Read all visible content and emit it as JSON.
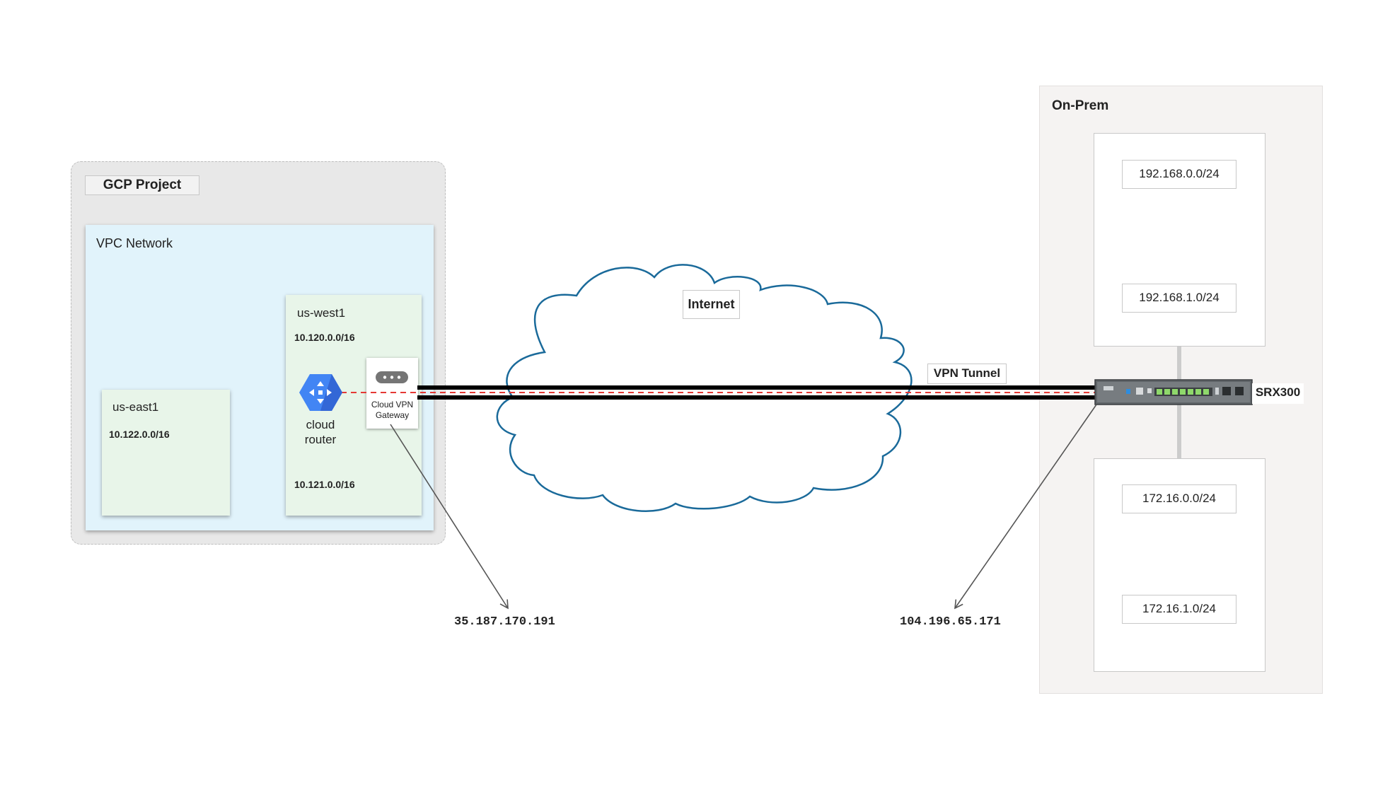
{
  "gcp_project": {
    "title": "GCP Project",
    "vpc_network": "VPC Network",
    "regions": [
      {
        "name": "us-east1",
        "cidrs": [
          "10.122.0.0/16"
        ]
      },
      {
        "name": "us-west1",
        "cidrs": [
          "10.120.0.0/16",
          "10.121.0.0/16"
        ]
      }
    ],
    "cloud_router": [
      "cloud",
      "router"
    ],
    "vpn_gateway": [
      "Cloud VPN",
      "Gateway"
    ],
    "gateway_ip": "35.187.170.191"
  },
  "internet": {
    "label": "Internet"
  },
  "tunnel": {
    "label": "VPN Tunnel"
  },
  "on_prem": {
    "title": "On-Prem",
    "router": "SRX300",
    "router_ip": "104.196.65.171",
    "subnets": [
      "192.168.0.0/24",
      "192.168.1.0/24",
      "172.16.0.0/24",
      "172.16.1.0/24"
    ]
  },
  "colors": {
    "cloud_outline": "#1a6a9a",
    "router_icon": "#4285f4",
    "tunnel_dashed": "#e53935",
    "tunnel_solid": "#000000",
    "gcp_background": "#e8e8e8",
    "vpc_background": "#e1f3fb",
    "region_background": "#e8f5e9",
    "onprem_background": "#f5f3f2"
  }
}
